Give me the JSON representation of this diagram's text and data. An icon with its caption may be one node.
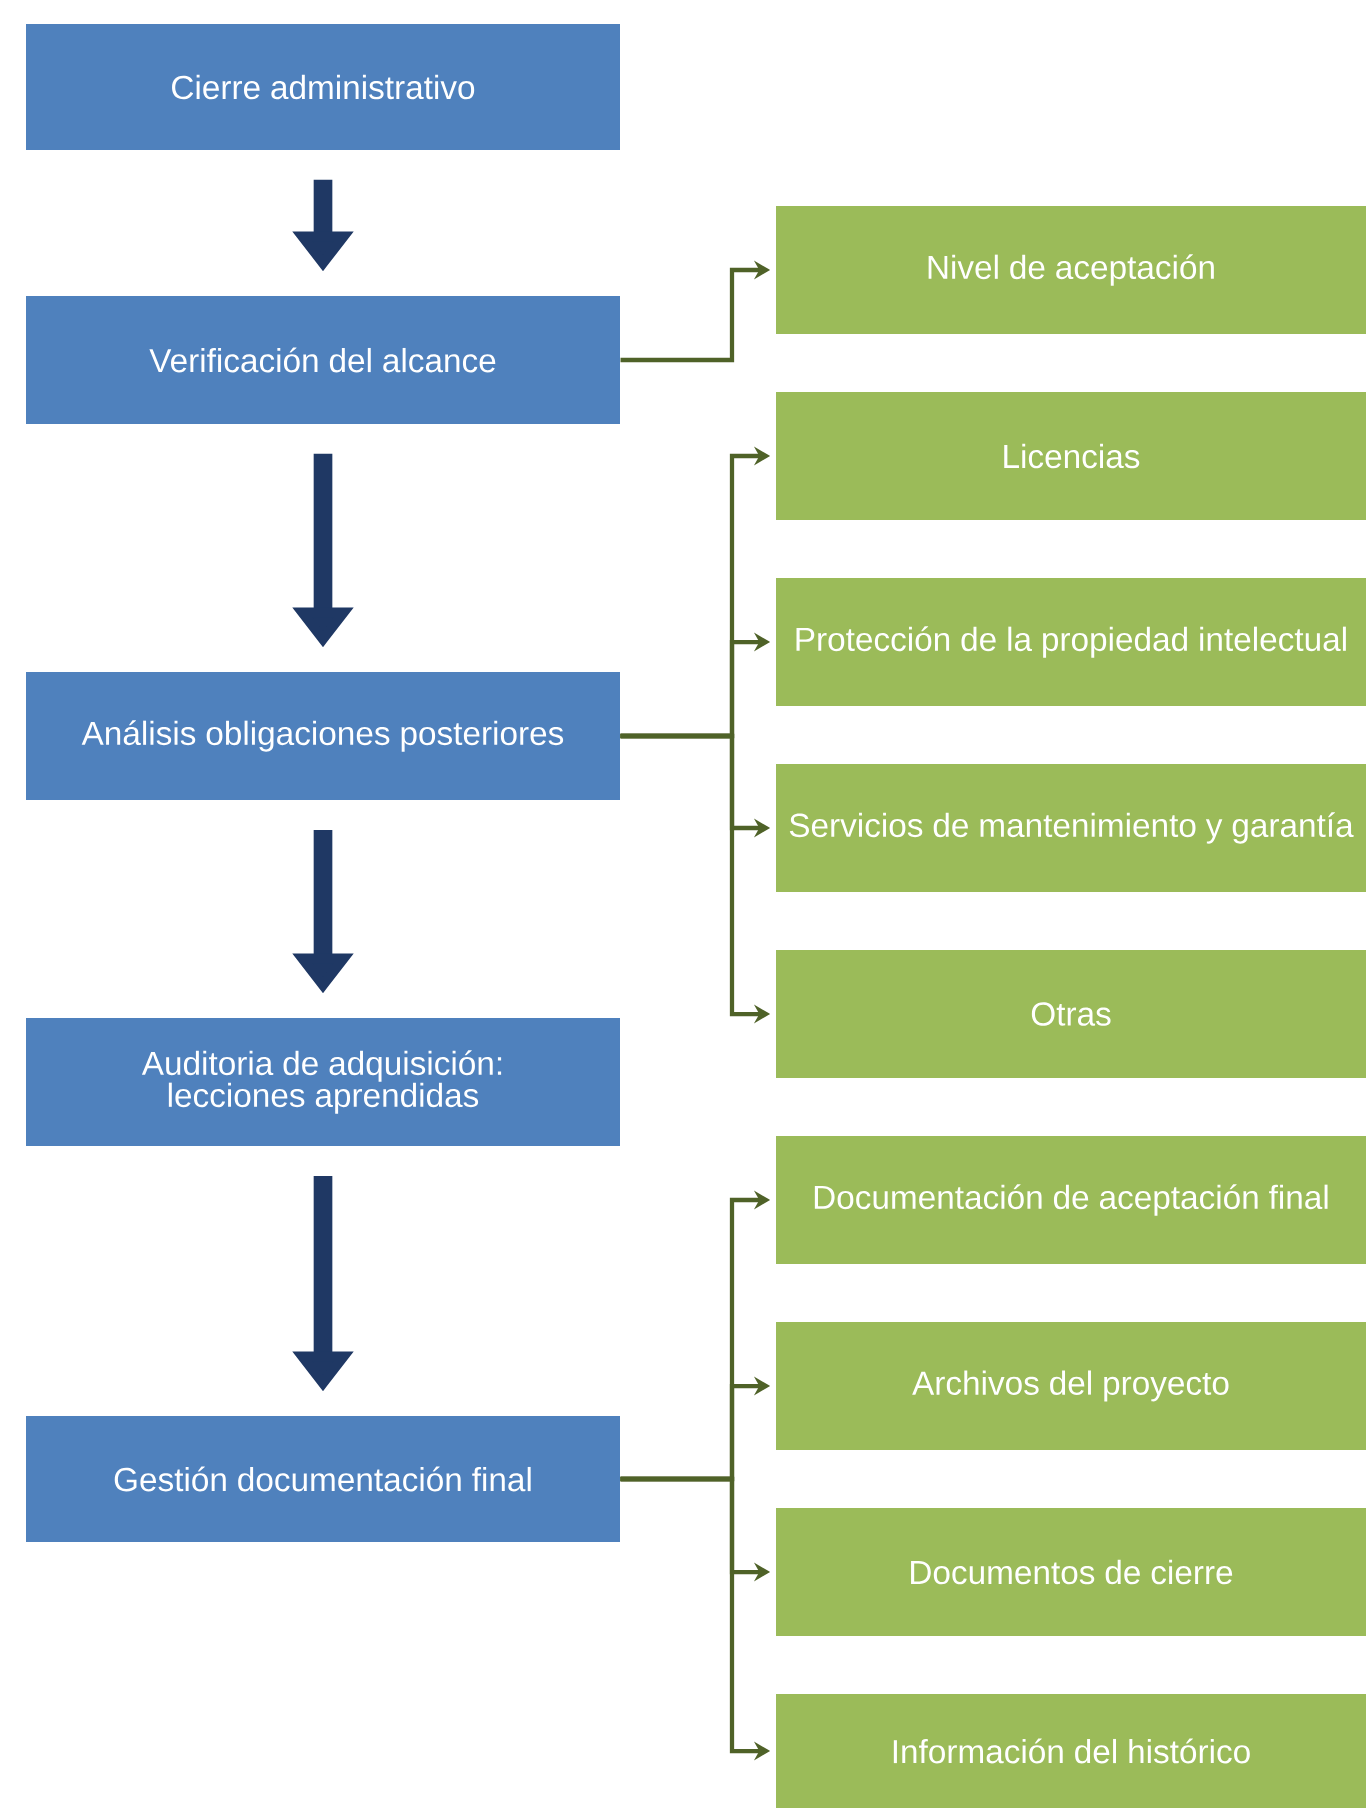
{
  "diagram": {
    "nodes": [
      {
        "text": [
          "Cierre administrativo"
        ]
      },
      {
        "text": [
          "Verificación del alcance"
        ]
      },
      {
        "text": [
          "Análisis obligaciones posteriores"
        ]
      },
      {
        "text": [
          "Auditoria de adquisición: lecciones aprendidas"
        ]
      },
      {
        "text": [
          "Gestión documentación final"
        ]
      },
      {
        "text": [
          "Nivel de aceptación"
        ]
      },
      {
        "text": [
          "Licencias"
        ]
      },
      {
        "text": [
          "Protección de la propiedad intelectual"
        ]
      },
      {
        "text": [
          "Servicios de mantenimiento y garantía"
        ]
      },
      {
        "text": [
          "Otras"
        ]
      },
      {
        "text": [
          "Documentación de aceptación final"
        ]
      },
      {
        "text": [
          "Archivos del proyecto"
        ]
      },
      {
        "text": [
          "Documentos de cierre"
        ]
      },
      {
        "text": [
          "Información del histórico"
        ]
      }
    ],
    "edges": [
      {
        "from": 0,
        "to": 1,
        "arrow": "to",
        "style": "thick",
        "color": "#1f3864"
      },
      {
        "from": 1,
        "to": 2,
        "arrow": "to",
        "style": "thick",
        "color": "#1f3864"
      },
      {
        "from": 2,
        "to": 3,
        "arrow": "to",
        "style": "thick",
        "color": "#1f3864"
      },
      {
        "from": 3,
        "to": 4,
        "arrow": "to",
        "style": "thick",
        "color": "#1f3864"
      },
      {
        "from": 1,
        "to": 5,
        "arrow": "to"
      },
      {
        "from": 2,
        "to": 6,
        "arrow": "to"
      },
      {
        "from": 2,
        "to": 7,
        "arrow": "to"
      },
      {
        "from": 2,
        "to": 8,
        "arrow": "to"
      },
      {
        "from": 2,
        "to": 9,
        "arrow": "to"
      },
      {
        "from": 4,
        "to": 10,
        "arrow": "to"
      },
      {
        "from": 4,
        "to": 11,
        "arrow": "to"
      },
      {
        "from": 4,
        "to": 12,
        "arrow": "to"
      },
      {
        "from": 4,
        "to": 13,
        "arrow": "to"
      }
    ]
  }
}
